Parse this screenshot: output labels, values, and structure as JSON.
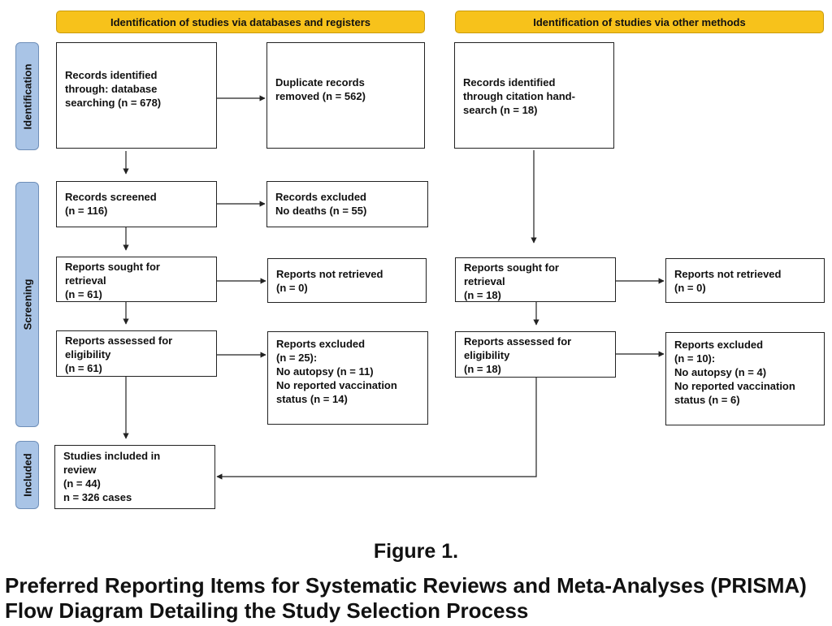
{
  "headers": {
    "left": "Identification of studies via databases and registers",
    "right": "Identification of studies via other methods"
  },
  "phases": {
    "identification": "Identification",
    "screening": "Screening",
    "included": "Included"
  },
  "boxes": {
    "db_identified": [
      "Records identified",
      "through: database",
      "searching (n = 678)"
    ],
    "duplicates_removed": [
      "Duplicate records",
      "removed (n = 562)"
    ],
    "citation_identified": [
      "Records identified",
      "through citation hand-",
      "search (n = 18)"
    ],
    "records_screened": [
      "Records screened",
      "(n = 116)"
    ],
    "records_excluded": [
      "Records excluded",
      "No deaths (n = 55)"
    ],
    "db_reports_sought": [
      "Reports sought for",
      "retrieval",
      "(n = 61)"
    ],
    "db_reports_not_retrieved": [
      "Reports not retrieved",
      "(n = 0)"
    ],
    "other_reports_sought": [
      "Reports sought for",
      "retrieval",
      "(n = 18)"
    ],
    "other_reports_not_retrieved": [
      "Reports not retrieved",
      "(n = 0)"
    ],
    "db_reports_assessed": [
      "Reports assessed for",
      "eligibility",
      "(n = 61)"
    ],
    "db_reports_excluded": [
      "Reports excluded",
      "(n = 25):",
      "No autopsy (n = 11)",
      "No reported vaccination",
      "status (n = 14)"
    ],
    "other_reports_assessed": [
      "Reports assessed for",
      "eligibility",
      "(n = 18)"
    ],
    "other_reports_excluded": [
      "Reports excluded",
      "(n = 10):",
      "No autopsy (n = 4)",
      "No reported vaccination",
      "status (n = 6)"
    ],
    "studies_included": [
      "Studies included in",
      "review",
      "(n = 44)",
      "n = 326 cases"
    ]
  },
  "caption": {
    "number": "Figure 1.",
    "title": "Preferred Reporting Items for Systematic Reviews and Meta-Analyses (PRISMA) Flow Diagram Detailing the Study Selection Process"
  }
}
